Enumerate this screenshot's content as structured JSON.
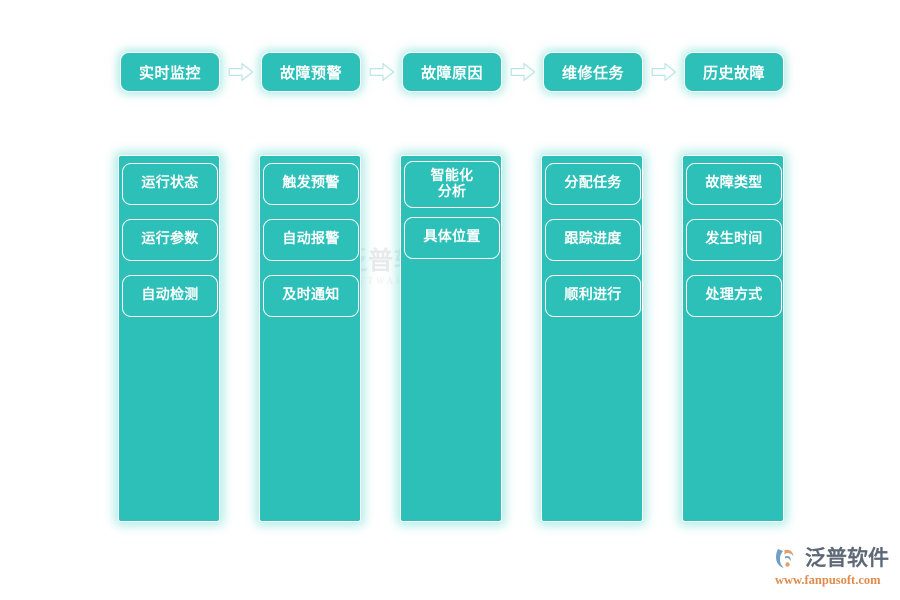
{
  "flow": {
    "arrow_icon": "arrow-right-icon",
    "steps": [
      {
        "label": "实时监控"
      },
      {
        "label": "故障预警"
      },
      {
        "label": "故障原因"
      },
      {
        "label": "维修任务"
      },
      {
        "label": "历史故障"
      }
    ]
  },
  "columns": [
    {
      "name": "realtime-monitoring",
      "items": [
        "运行状态",
        "运行参数",
        "自动检测"
      ]
    },
    {
      "name": "fault-warning",
      "items": [
        "触发预警",
        "自动报警",
        "及时通知"
      ]
    },
    {
      "name": "fault-cause",
      "items": [
        "智能化\n分析",
        "具体位置"
      ]
    },
    {
      "name": "repair-task",
      "items": [
        "分配任务",
        "跟踪进度",
        "顺利进行"
      ]
    },
    {
      "name": "fault-history",
      "items": [
        "故障类型",
        "发生时间",
        "处理方式"
      ]
    }
  ],
  "watermark": {
    "cn": "泛普软件",
    "en": "SOFTWARE"
  },
  "brand": {
    "cn": "泛普软件",
    "url": "www.fanpusoft.com"
  },
  "colors": {
    "teal": "#2cc0b8",
    "glow": "#82e1da",
    "background": "#ffffff",
    "brand_text": "#5e6775",
    "brand_url": "#e08b4e"
  }
}
